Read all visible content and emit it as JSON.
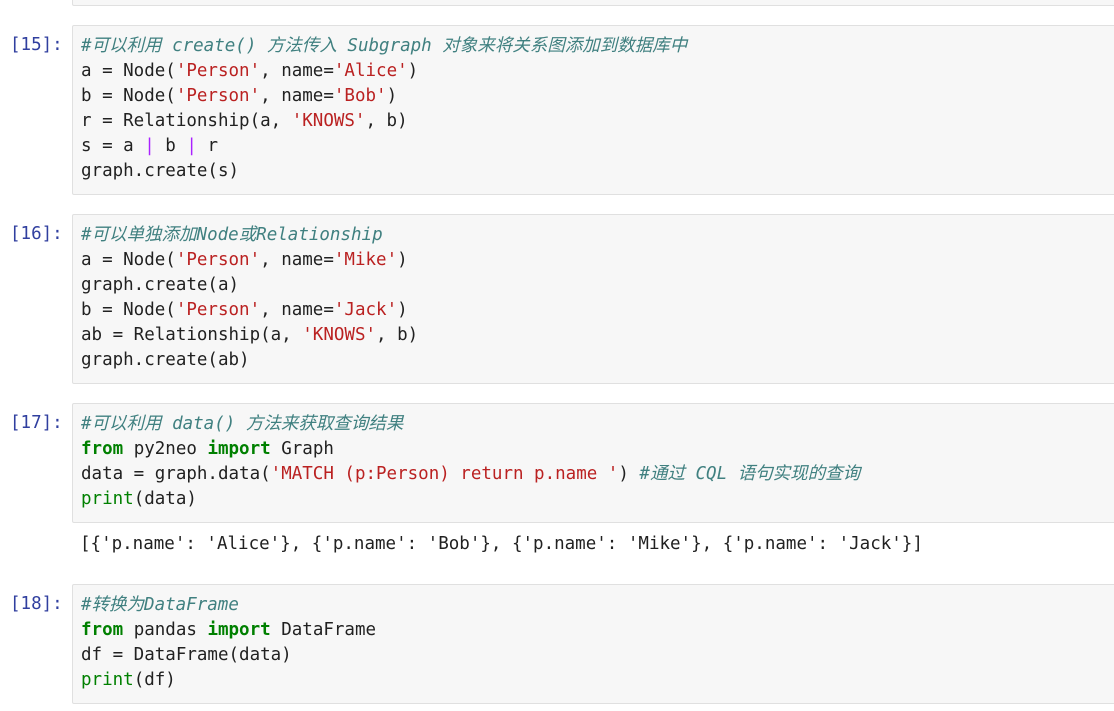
{
  "cells": [
    {
      "prompt": "[15]:",
      "lines": [
        [
          {
            "t": "c",
            "v": "#可以利用 create() 方法传入 Subgraph 对象来将关系图添加到数据库中"
          }
        ],
        [
          {
            "t": "n",
            "v": "a = Node("
          },
          {
            "t": "s",
            "v": "'Person'"
          },
          {
            "t": "n",
            "v": ", name="
          },
          {
            "t": "s",
            "v": "'Alice'"
          },
          {
            "t": "n",
            "v": ")"
          }
        ],
        [
          {
            "t": "n",
            "v": "b = Node("
          },
          {
            "t": "s",
            "v": "'Person'"
          },
          {
            "t": "n",
            "v": ", name="
          },
          {
            "t": "s",
            "v": "'Bob'"
          },
          {
            "t": "n",
            "v": ")"
          }
        ],
        [
          {
            "t": "n",
            "v": "r = Relationship(a, "
          },
          {
            "t": "s",
            "v": "'KNOWS'"
          },
          {
            "t": "n",
            "v": ", b)"
          }
        ],
        [
          {
            "t": "n",
            "v": "s = a "
          },
          {
            "t": "o",
            "v": "|"
          },
          {
            "t": "n",
            "v": " b "
          },
          {
            "t": "o",
            "v": "|"
          },
          {
            "t": "n",
            "v": " r"
          }
        ],
        [
          {
            "t": "n",
            "v": "graph.create(s)"
          }
        ]
      ],
      "output": null
    },
    {
      "prompt": "[16]:",
      "lines": [
        [
          {
            "t": "c",
            "v": "#可以单独添加Node或Relationship"
          }
        ],
        [
          {
            "t": "n",
            "v": "a = Node("
          },
          {
            "t": "s",
            "v": "'Person'"
          },
          {
            "t": "n",
            "v": ", name="
          },
          {
            "t": "s",
            "v": "'Mike'"
          },
          {
            "t": "n",
            "v": ")"
          }
        ],
        [
          {
            "t": "n",
            "v": "graph.create(a)"
          }
        ],
        [
          {
            "t": "n",
            "v": "b = Node("
          },
          {
            "t": "s",
            "v": "'Person'"
          },
          {
            "t": "n",
            "v": ", name="
          },
          {
            "t": "s",
            "v": "'Jack'"
          },
          {
            "t": "n",
            "v": ")"
          }
        ],
        [
          {
            "t": "n",
            "v": "ab = Relationship(a, "
          },
          {
            "t": "s",
            "v": "'KNOWS'"
          },
          {
            "t": "n",
            "v": ", b)"
          }
        ],
        [
          {
            "t": "n",
            "v": "graph.create(ab)"
          }
        ]
      ],
      "output": null
    },
    {
      "prompt": "[17]:",
      "lines": [
        [
          {
            "t": "c",
            "v": "#可以利用 data() 方法来获取查询结果"
          }
        ],
        [
          {
            "t": "k",
            "v": "from"
          },
          {
            "t": "n",
            "v": " py2neo "
          },
          {
            "t": "k",
            "v": "import"
          },
          {
            "t": "n",
            "v": " Graph"
          }
        ],
        [
          {
            "t": "n",
            "v": "data = graph.data("
          },
          {
            "t": "s",
            "v": "'MATCH (p:Person) return p.name '"
          },
          {
            "t": "n",
            "v": ") "
          },
          {
            "t": "c",
            "v": "#通过 CQL 语句实现的查询"
          }
        ],
        [
          {
            "t": "b",
            "v": "print"
          },
          {
            "t": "n",
            "v": "(data)"
          }
        ]
      ],
      "output": "[{'p.name': 'Alice'}, {'p.name': 'Bob'}, {'p.name': 'Mike'}, {'p.name': 'Jack'}]"
    },
    {
      "prompt": "[18]:",
      "lines": [
        [
          {
            "t": "c",
            "v": "#转换为DataFrame"
          }
        ],
        [
          {
            "t": "k",
            "v": "from"
          },
          {
            "t": "n",
            "v": " pandas "
          },
          {
            "t": "k",
            "v": "import"
          },
          {
            "t": "n",
            "v": " DataFrame"
          }
        ],
        [
          {
            "t": "n",
            "v": "df = DataFrame(data)"
          }
        ],
        [
          {
            "t": "b",
            "v": "print"
          },
          {
            "t": "n",
            "v": "(df)"
          }
        ]
      ],
      "output": null
    }
  ],
  "colors": {
    "prompt": "#303f9f",
    "comment": "#408080",
    "string": "#ba2121",
    "keyword": "#008000",
    "operator": "#aa22ff",
    "editor_bg": "#f7f7f7",
    "editor_border": "#e0e0e0"
  }
}
